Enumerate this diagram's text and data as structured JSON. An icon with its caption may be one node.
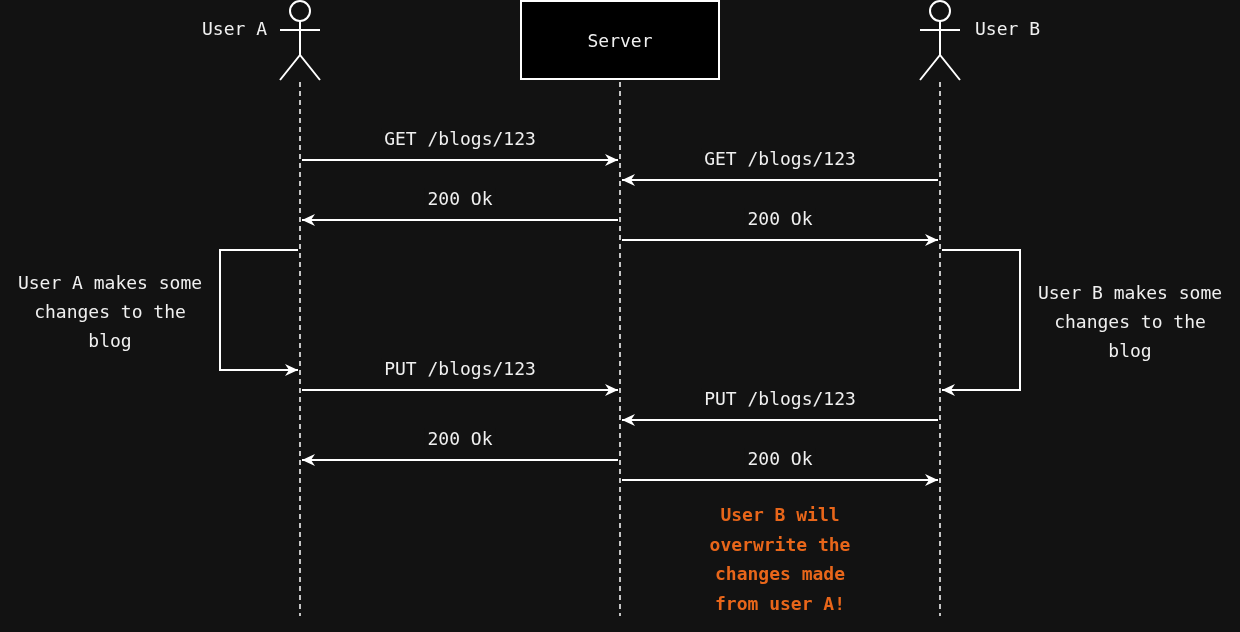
{
  "diagram": {
    "nodes": [
      {
        "text": [
          "User A"
        ]
      },
      {
        "text": [
          "Server"
        ]
      },
      {
        "text": [
          "User B"
        ]
      }
    ],
    "edges": [
      {
        "from": 0,
        "to": 1,
        "arrow": "to",
        "label": "GET /blogs/123"
      },
      {
        "from": 2,
        "to": 1,
        "arrow": "to",
        "label": "GET /blogs/123"
      },
      {
        "from": 1,
        "to": 0,
        "arrow": "to",
        "label": "200 Ok"
      },
      {
        "from": 1,
        "to": 2,
        "arrow": "to",
        "label": "200 Ok"
      },
      {
        "from": 0,
        "to": 0,
        "arrow": "to",
        "label": "User A makes some changes to the blog"
      },
      {
        "from": 2,
        "to": 2,
        "arrow": "to",
        "label": "User B makes some changes to the blog"
      },
      {
        "from": 0,
        "to": 1,
        "arrow": "to",
        "label": "PUT /blogs/123"
      },
      {
        "from": 2,
        "to": 1,
        "arrow": "to",
        "label": "PUT /blogs/123"
      },
      {
        "from": 1,
        "to": 0,
        "arrow": "to",
        "label": "200 Ok"
      },
      {
        "from": 1,
        "to": 2,
        "arrow": "to",
        "label": "200 Ok"
      }
    ],
    "labels": [
      "User B will overwrite the changes made from user A!"
    ]
  }
}
